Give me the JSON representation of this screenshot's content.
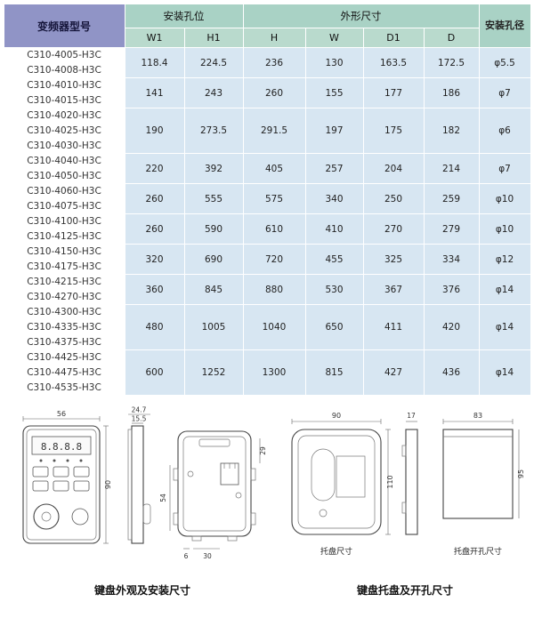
{
  "colors": {
    "model_header_bg": "#9094c6",
    "group_header_bg": "#a9d2c5",
    "sub_header_bg": "#b9dacd",
    "numeric_cell_bg": "#d7e6f2",
    "model_cell_bg": "#ffffff"
  },
  "table": {
    "headers": {
      "model": "变频器型号",
      "mounting_holes": "安装孔位",
      "outline_dimensions": "外形尺寸",
      "hole_diameter": "安装孔径",
      "sub_columns": [
        "W1",
        "H1",
        "H",
        "W",
        "D1",
        "D"
      ]
    },
    "groups": [
      {
        "models": [
          "C310-4005-H3C",
          "C310-4008-H3C"
        ],
        "values": [
          "118.4",
          "224.5",
          "236",
          "130",
          "163.5",
          "172.5"
        ],
        "hole": "φ5.5"
      },
      {
        "models": [
          "C310-4010-H3C",
          "C310-4015-H3C"
        ],
        "values": [
          "141",
          "243",
          "260",
          "155",
          "177",
          "186"
        ],
        "hole": "φ7"
      },
      {
        "models": [
          "C310-4020-H3C",
          "C310-4025-H3C",
          "C310-4030-H3C"
        ],
        "values": [
          "190",
          "273.5",
          "291.5",
          "197",
          "175",
          "182"
        ],
        "hole": "φ6"
      },
      {
        "models": [
          "C310-4040-H3C",
          "C310-4050-H3C"
        ],
        "values": [
          "220",
          "392",
          "405",
          "257",
          "204",
          "214"
        ],
        "hole": "φ7"
      },
      {
        "models": [
          "C310-4060-H3C",
          "C310-4075-H3C"
        ],
        "values": [
          "260",
          "555",
          "575",
          "340",
          "250",
          "259"
        ],
        "hole": "φ10"
      },
      {
        "models": [
          "C310-4100-H3C",
          "C310-4125-H3C"
        ],
        "values": [
          "260",
          "590",
          "610",
          "410",
          "270",
          "279"
        ],
        "hole": "φ10"
      },
      {
        "models": [
          "C310-4150-H3C",
          "C310-4175-H3C"
        ],
        "values": [
          "320",
          "690",
          "720",
          "455",
          "325",
          "334"
        ],
        "hole": "φ12"
      },
      {
        "models": [
          "C310-4215-H3C",
          "C310-4270-H3C"
        ],
        "values": [
          "360",
          "845",
          "880",
          "530",
          "367",
          "376"
        ],
        "hole": "φ14"
      },
      {
        "models": [
          "C310-4300-H3C",
          "C310-4335-H3C",
          "C310-4375-H3C"
        ],
        "values": [
          "480",
          "1005",
          "1040",
          "650",
          "411",
          "420"
        ],
        "hole": "φ14"
      },
      {
        "models": [
          "C310-4425-H3C",
          "C310-4475-H3C",
          "C310-4535-H3C"
        ],
        "values": [
          "600",
          "1252",
          "1300",
          "815",
          "427",
          "436"
        ],
        "hole": "φ14"
      }
    ]
  },
  "drawings": {
    "keypad": {
      "display_value": "8.8.8.8",
      "front_width": "56",
      "front_height": "90",
      "side_depth_total": "24.7",
      "side_depth_body": "15.5",
      "back_dim_right": "29",
      "back_dim_left": "54",
      "back_dim_bottom_a": "6",
      "back_dim_bottom_b": "30"
    },
    "tray": {
      "width": "90",
      "height": "110",
      "side_depth": "17",
      "label": "托盘尺寸"
    },
    "cutout": {
      "width": "83",
      "height": "95",
      "label": "托盘开孔尺寸"
    },
    "captions": {
      "left": "键盘外观及安装尺寸",
      "right": "键盘托盘及开孔尺寸"
    }
  }
}
